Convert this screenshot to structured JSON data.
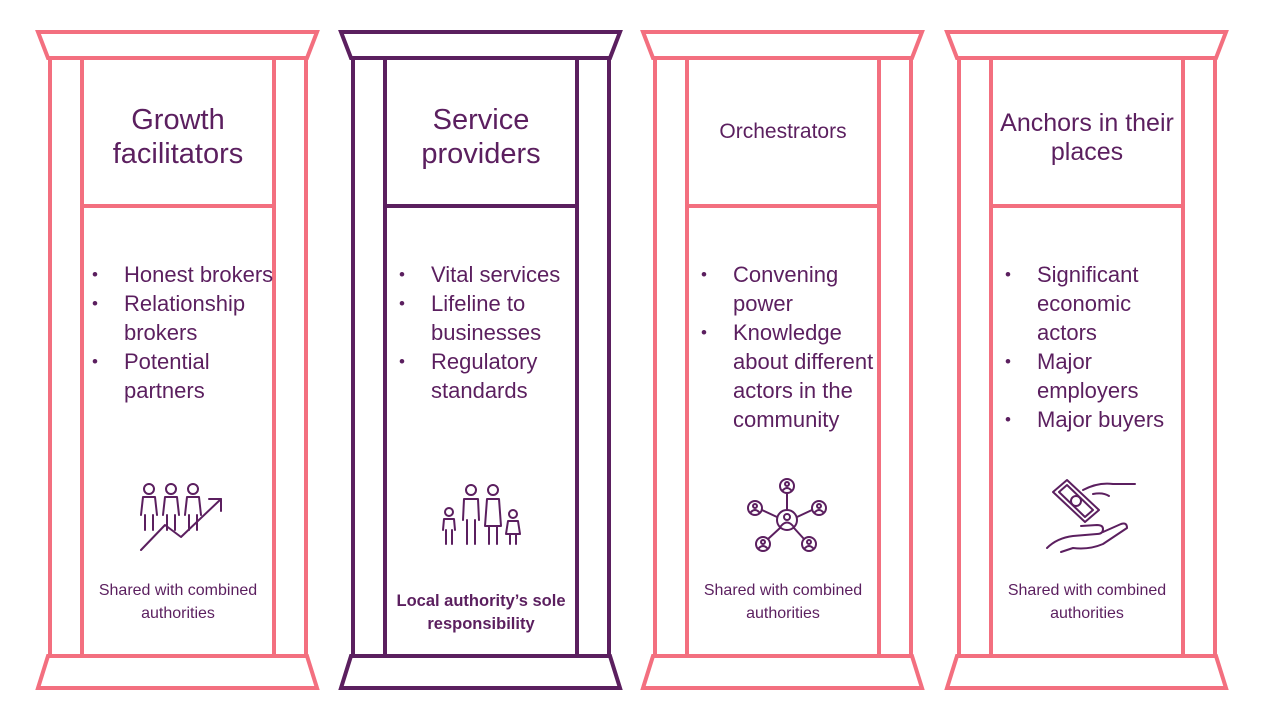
{
  "colors": {
    "pink": "#f36f7f",
    "purple": "#5b1f5f"
  },
  "pillars": [
    {
      "title": "Growth facilitators",
      "bullets": [
        "Honest brokers",
        "Relationship brokers",
        "Potential partners"
      ],
      "icon": "people-growth-arrow-icon",
      "note": "Shared with combined authorities"
    },
    {
      "title": "Service providers",
      "bullets": [
        "Vital services",
        "Lifeline to businesses",
        "Regulatory standards"
      ],
      "icon": "family-icon",
      "note": "Local authority’s sole responsibility"
    },
    {
      "title": "Orchestrators",
      "bullets": [
        "Convening power",
        "Knowledge about different actors in the community"
      ],
      "icon": "network-people-icon",
      "note": "Shared with combined authorities"
    },
    {
      "title": "Anchors in their places",
      "bullets": [
        "Significant economic actors",
        "Major employers",
        "Major buyers"
      ],
      "icon": "money-hand-icon",
      "note": "Shared with combined authorities"
    }
  ]
}
